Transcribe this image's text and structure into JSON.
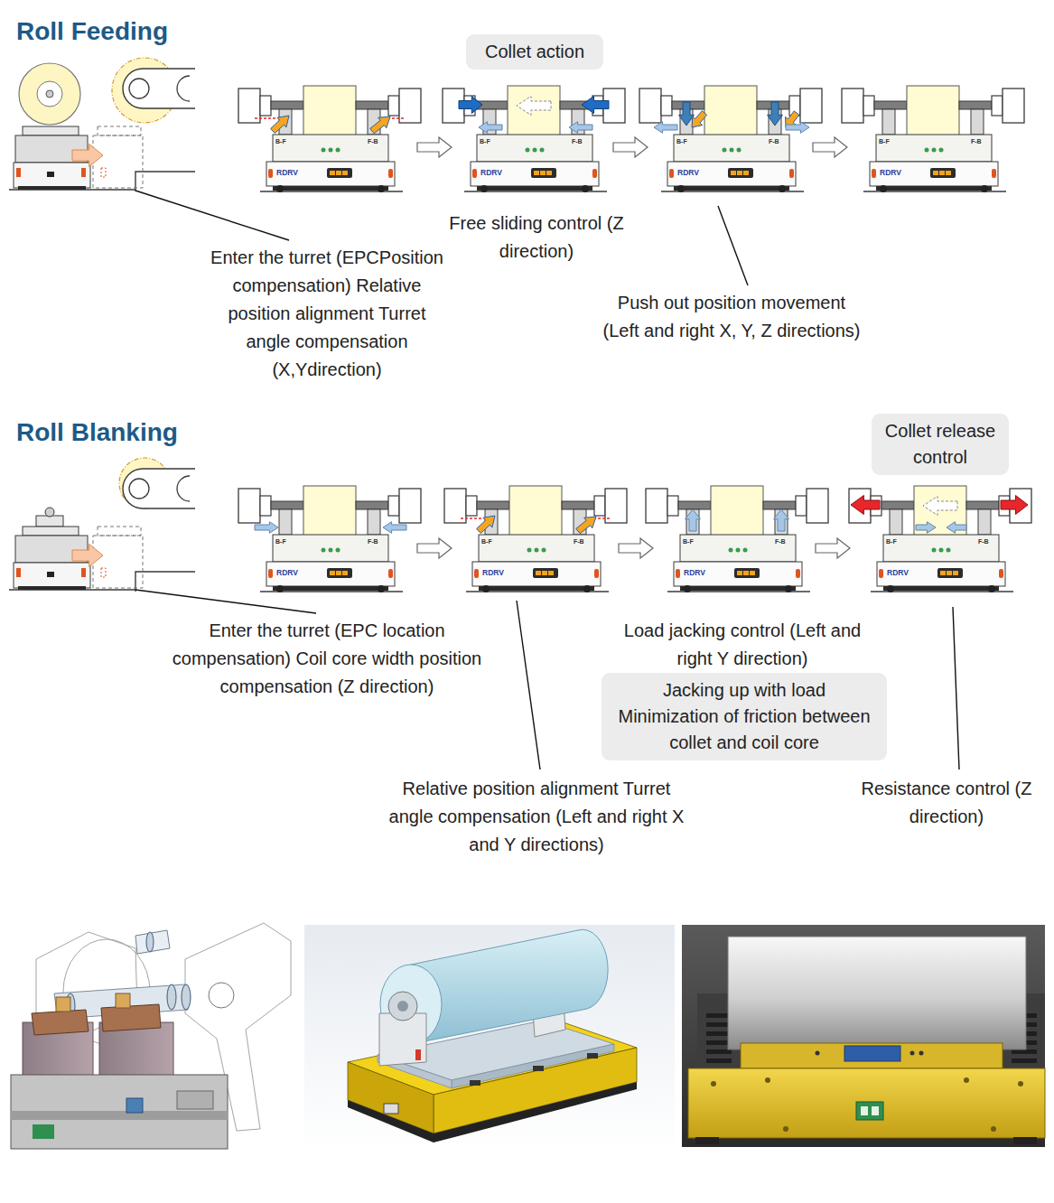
{
  "diagram": {
    "nodes": [
      {
        "text": [
          "Collet action"
        ]
      },
      {
        "text": [
          "Collet release control"
        ]
      },
      {
        "text": [
          "Jacking up with load Minimization of friction between collet and coil core"
        ]
      }
    ],
    "labels": [
      "Roll Feeding",
      "B-F",
      "F-B",
      "RDRV",
      "B-F",
      "F-B",
      "RDRV",
      "B-F",
      "F-B",
      "RDRV",
      "B-F",
      "F-B",
      "RDRV",
      "Free sliding control (Z direction)",
      "Enter the turret (EPCPosition compensation) Relative position alignment Turret angle compensation (X,Ydirection)",
      "Push out position movement (Left and right X, Y, Z directions)",
      "Roll Blanking",
      "B-F",
      "F-B",
      "RDRV",
      "B-F",
      "F-B",
      "RDRV",
      "B-F",
      "F-B",
      "RDRV",
      "B-F",
      "F-B",
      "RDRV",
      "Enter the turret (EPC location compensation) Coil core width position compensation (Z direction)",
      "Load jacking control (Left and right Y direction)",
      "Relative position alignment Turret angle compensation (Left and right X and Y directions)",
      "Resistance control (Z direction)"
    ]
  }
}
